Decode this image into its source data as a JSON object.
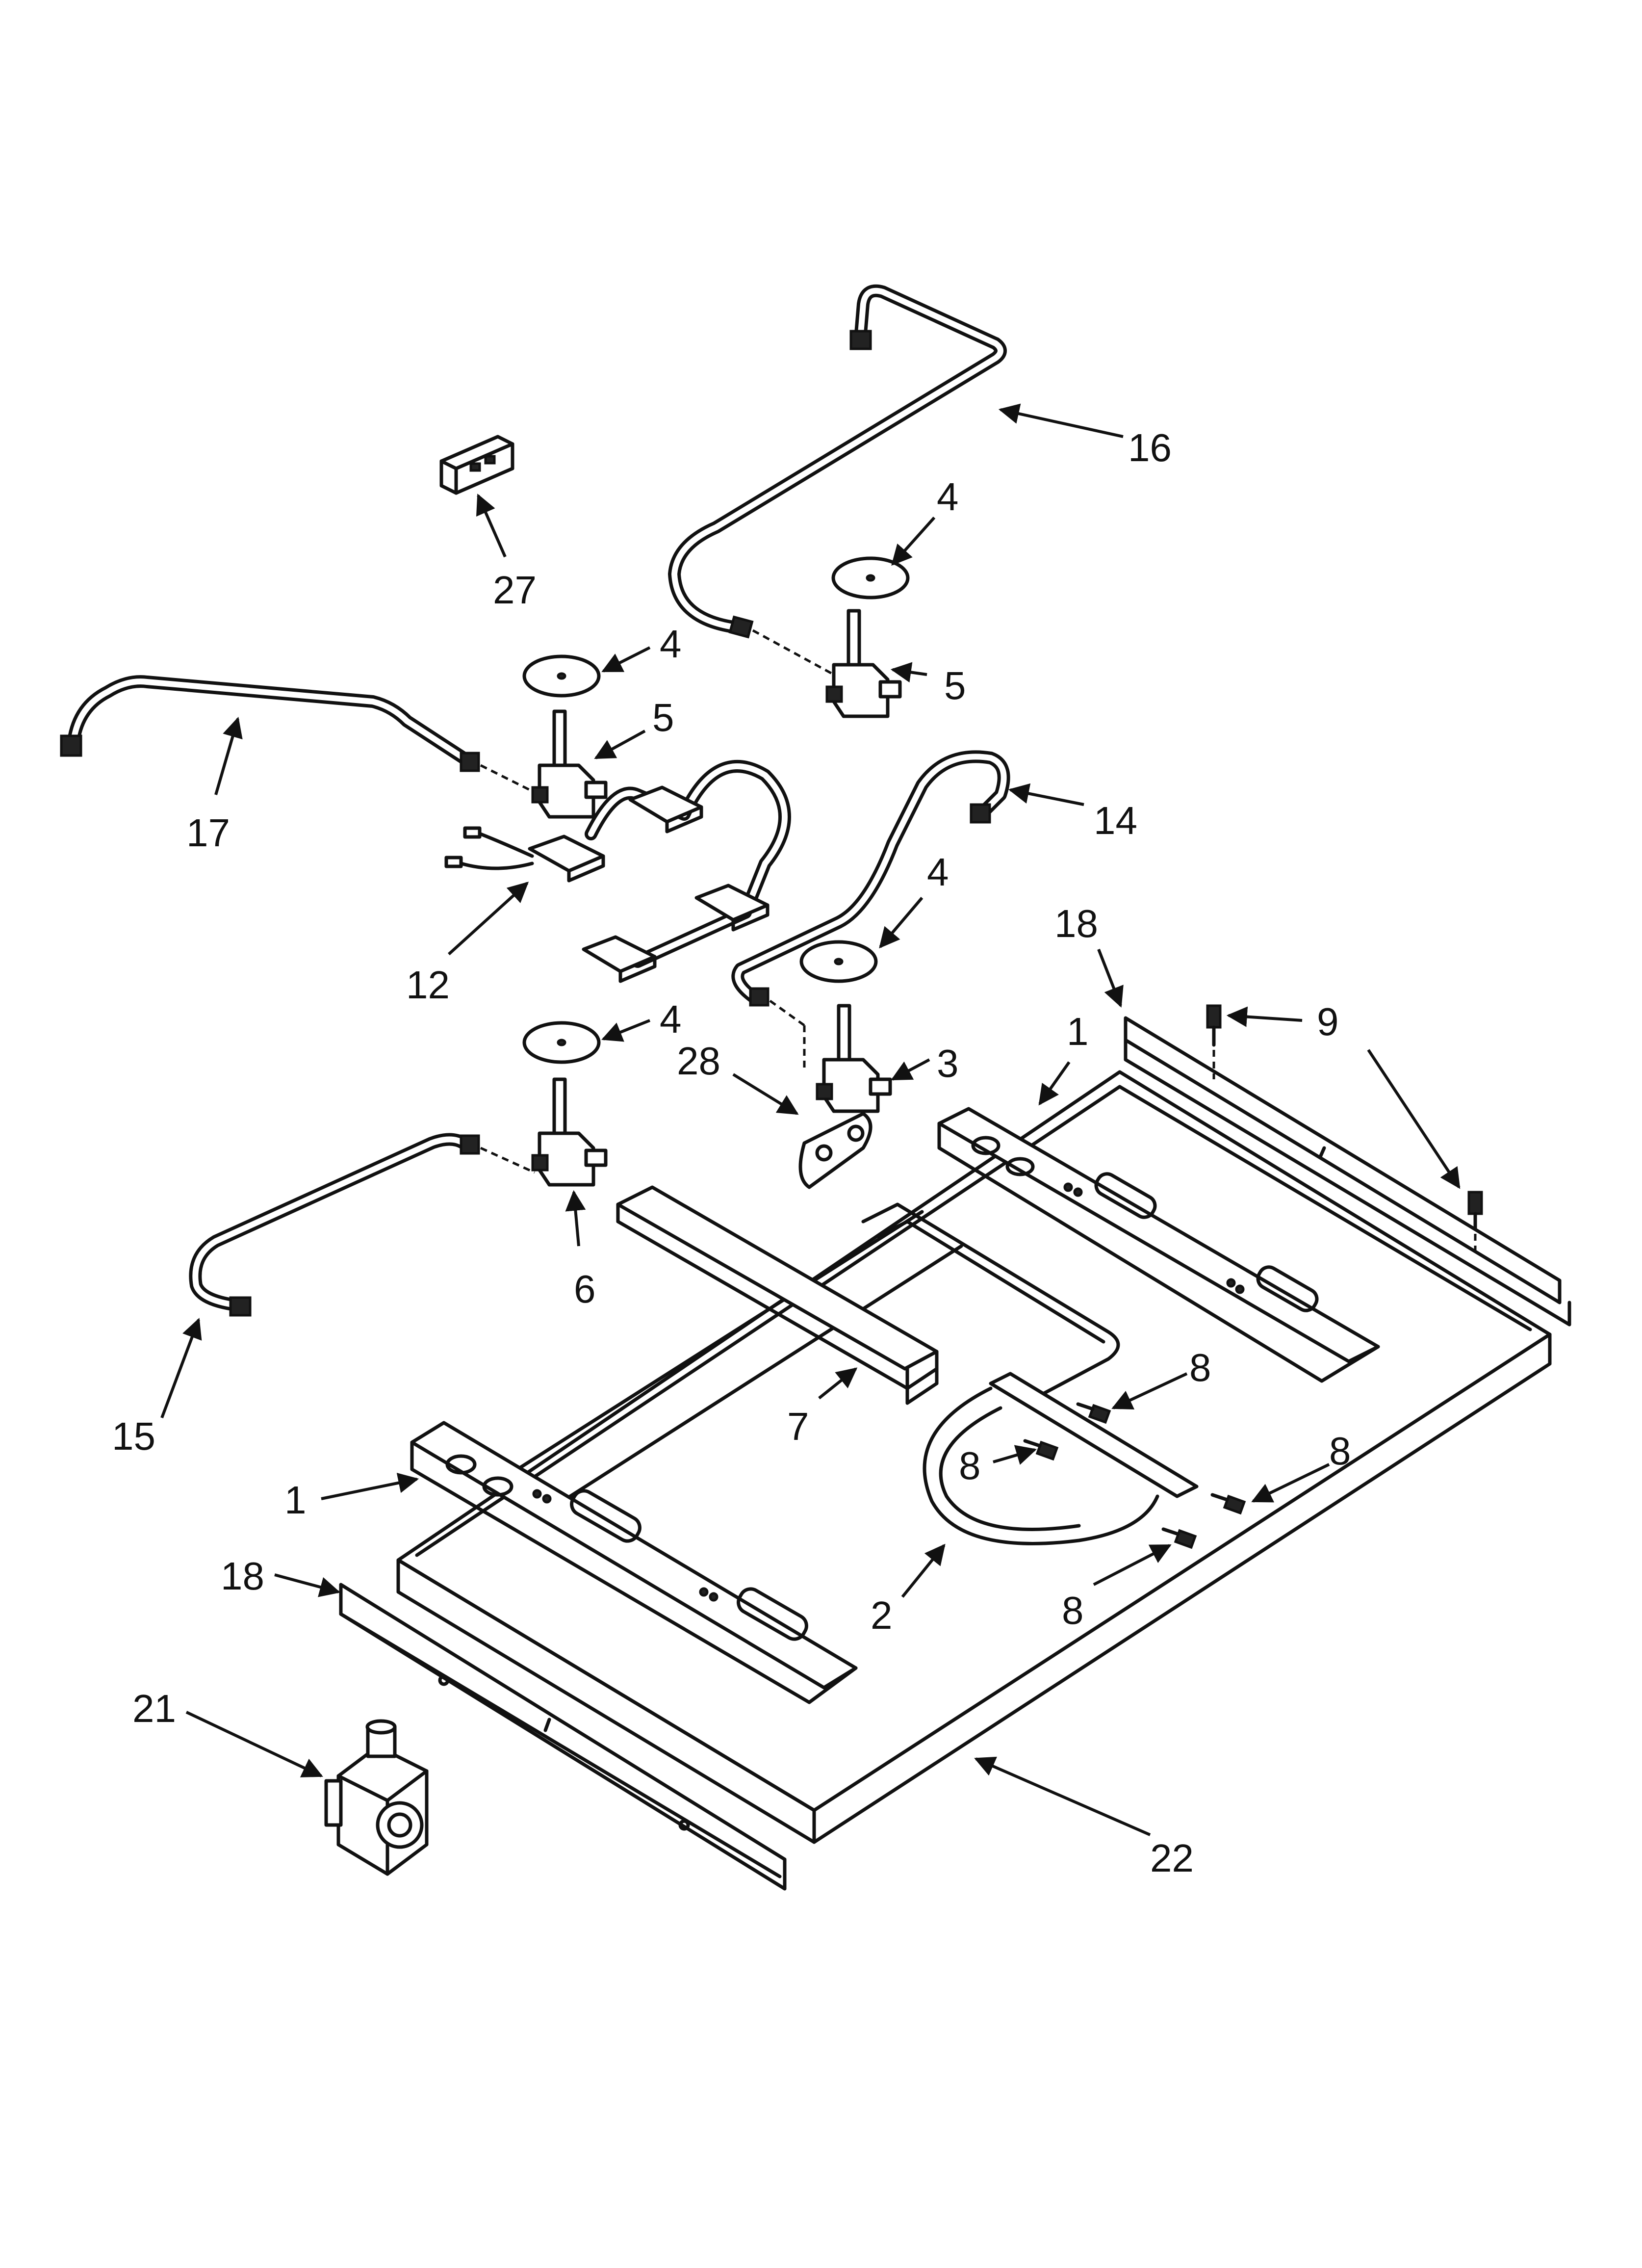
{
  "callouts": [
    {
      "id": "c16",
      "label": "16"
    },
    {
      "id": "c27",
      "label": "27"
    },
    {
      "id": "c4a",
      "label": "4"
    },
    {
      "id": "c5a",
      "label": "5"
    },
    {
      "id": "c4b",
      "label": "4"
    },
    {
      "id": "c5b",
      "label": "5"
    },
    {
      "id": "c17",
      "label": "17"
    },
    {
      "id": "c14",
      "label": "14"
    },
    {
      "id": "c12",
      "label": "12"
    },
    {
      "id": "c4c",
      "label": "4"
    },
    {
      "id": "c18a",
      "label": "18"
    },
    {
      "id": "c4d",
      "label": "4"
    },
    {
      "id": "c1a",
      "label": "1"
    },
    {
      "id": "c9",
      "label": "9"
    },
    {
      "id": "c3",
      "label": "3"
    },
    {
      "id": "c28",
      "label": "28"
    },
    {
      "id": "c6",
      "label": "6"
    },
    {
      "id": "c8a",
      "label": "8"
    },
    {
      "id": "c15",
      "label": "15"
    },
    {
      "id": "c7",
      "label": "7"
    },
    {
      "id": "c8b",
      "label": "8"
    },
    {
      "id": "c8c",
      "label": "8"
    },
    {
      "id": "c1b",
      "label": "1"
    },
    {
      "id": "c18b",
      "label": "18"
    },
    {
      "id": "c2",
      "label": "2"
    },
    {
      "id": "c8d",
      "label": "8"
    },
    {
      "id": "c21",
      "label": "21"
    },
    {
      "id": "c22",
      "label": "22"
    }
  ]
}
